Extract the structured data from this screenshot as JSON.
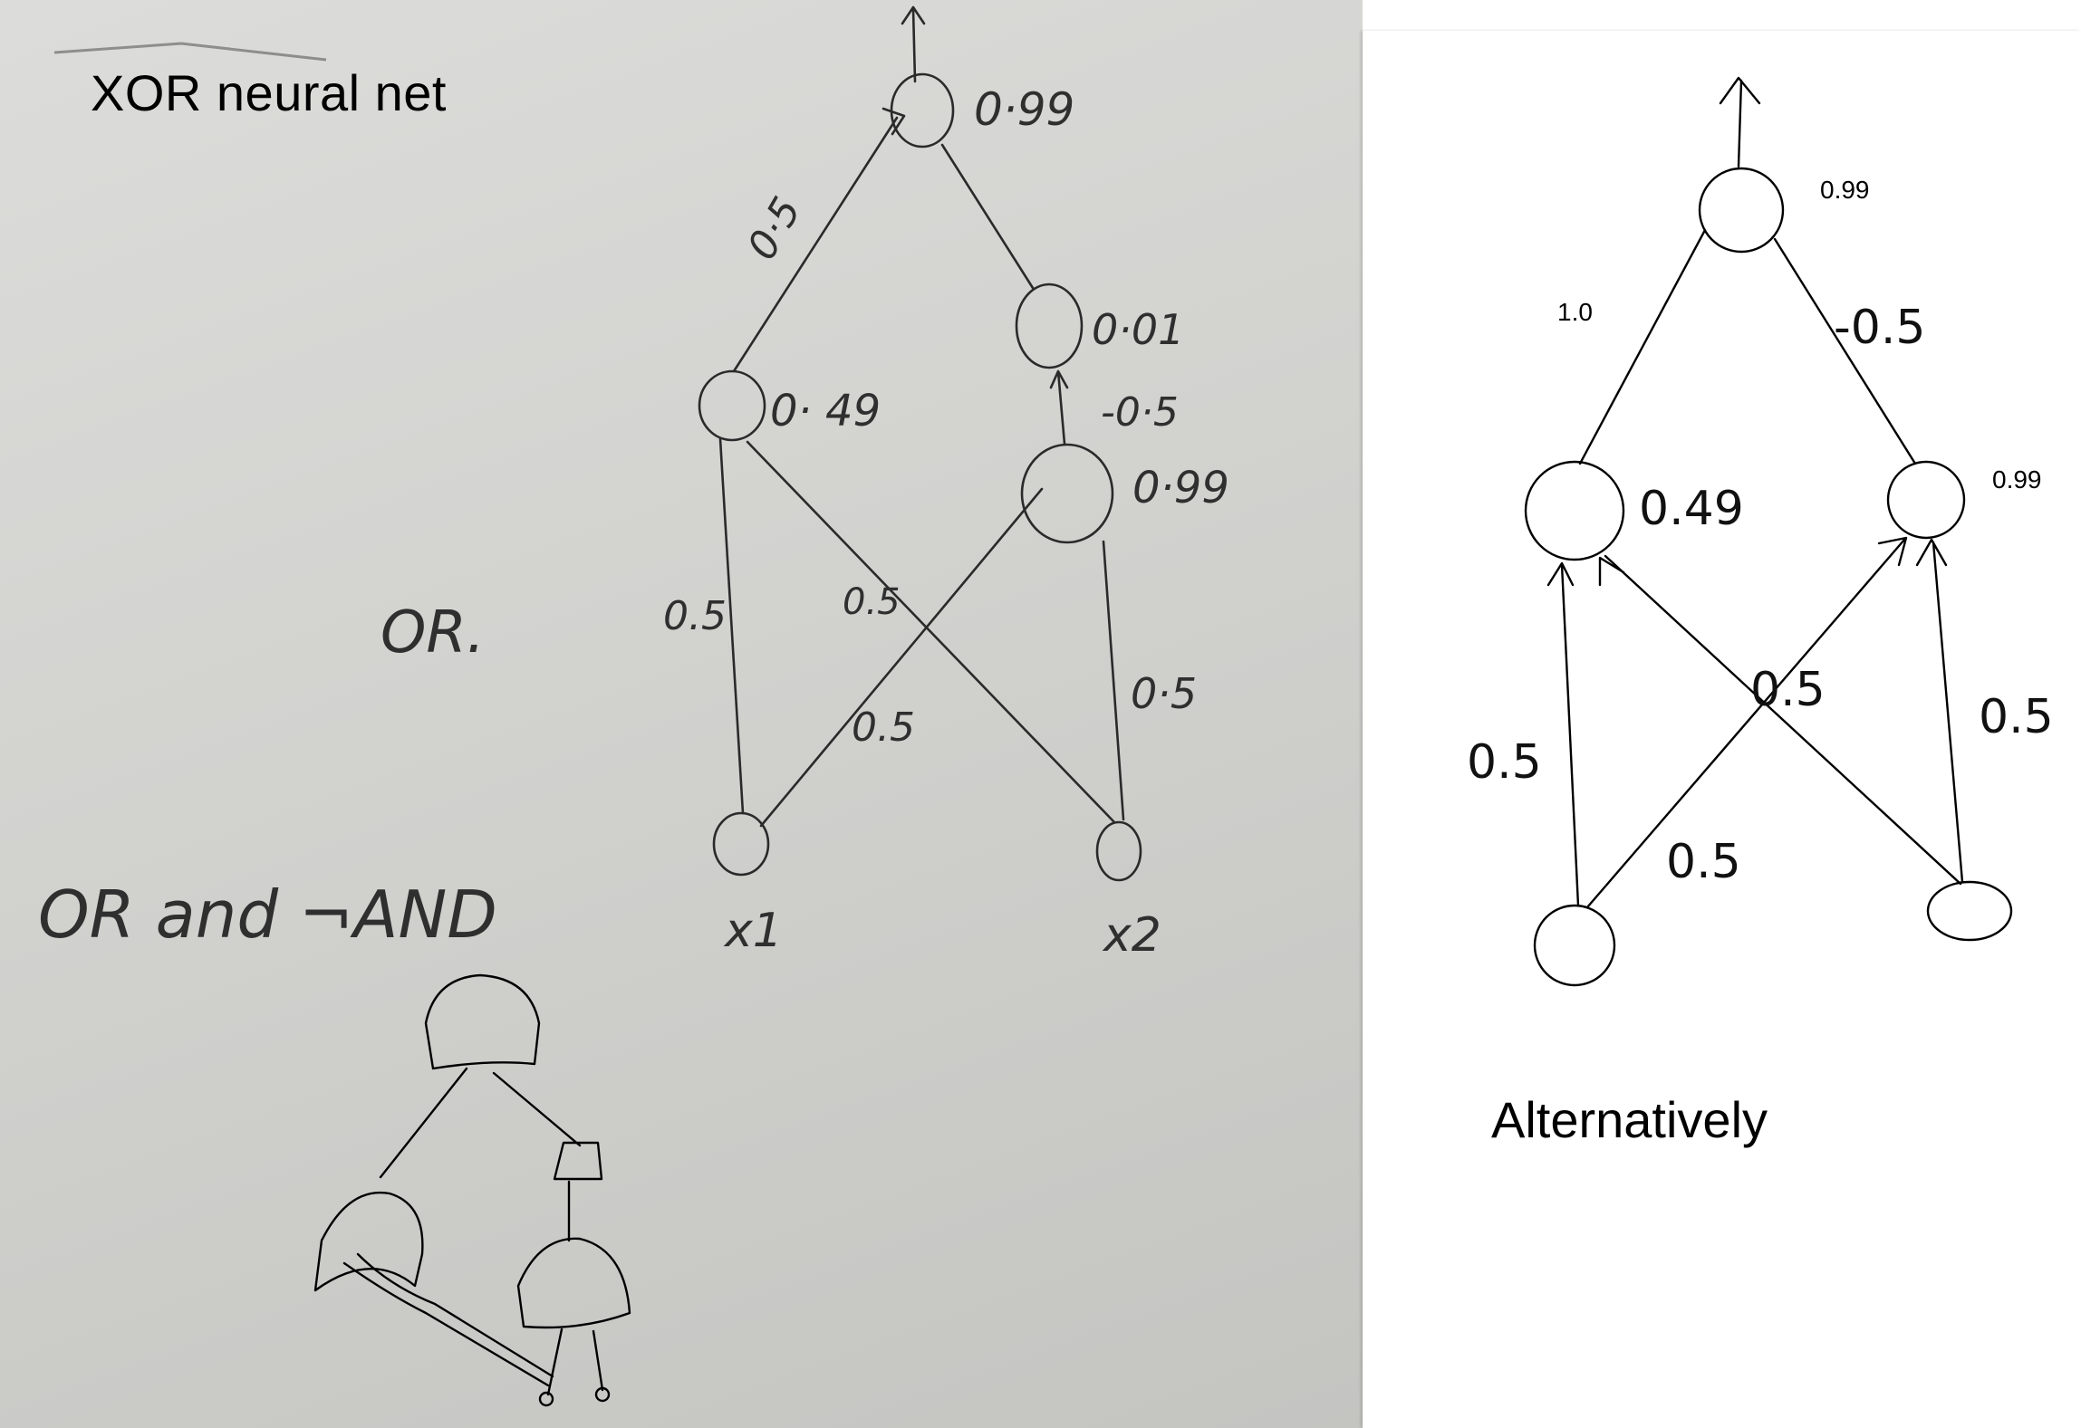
{
  "title": "XOR neural net",
  "whiteboard": {
    "output_activation": "0·99",
    "output_weight_left": "0·5",
    "hidden_left_activation": "0· 49",
    "hidden_upper_right_activation": "0·01",
    "hidden_upper_right_weight": "-0·5",
    "hidden_right_activation": "0·99",
    "weight_x1_left": "0.5",
    "weight_x2_left": "0.5",
    "weight_x1_right": "0.5",
    "weight_x2_right": "0·5",
    "or_label": "OR.",
    "or_and_not_and_label": "OR and ¬AND",
    "input_x1": "x1",
    "input_x2": "x2"
  },
  "alternative": {
    "caption": "Alternatively",
    "output_activation": "0.99",
    "left_weight": "1.0",
    "right_weight": "-0.5",
    "hidden_left_activation": "0.49",
    "hidden_right_activation": "0.99",
    "weight_left_1": "0.5",
    "weight_left_2": "0.5",
    "weight_right_1": "0.5",
    "weight_right_2": "0.5"
  }
}
